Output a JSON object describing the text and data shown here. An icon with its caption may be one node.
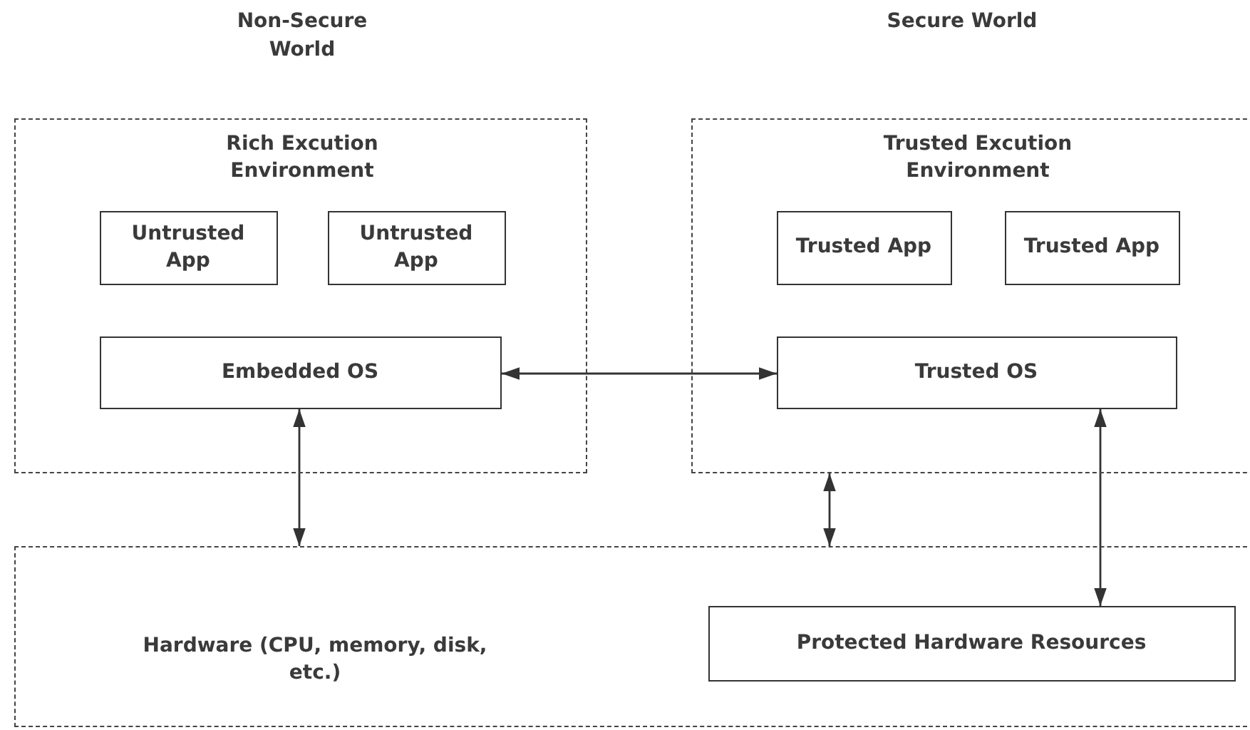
{
  "diagram": {
    "nodes": [
      {
        "text": [
          "Rich Excution Environment"
        ]
      },
      {
        "text": [
          "Untrusted App"
        ],
        "in": 0
      },
      {
        "text": [
          "Untrusted App"
        ],
        "in": 0
      },
      {
        "text": [
          "Embedded OS"
        ],
        "in": 0
      },
      {
        "text": [
          "Trusted Excution Environment"
        ]
      },
      {
        "text": [
          "Trusted App"
        ],
        "in": 4
      },
      {
        "text": [
          "Trusted App"
        ],
        "in": 4
      },
      {
        "text": [
          "Trusted OS"
        ],
        "in": 4
      },
      {
        "text": [
          "Hardware (CPU, memory, disk, etc.)"
        ]
      },
      {
        "text": [
          "Protected Hardware Resources"
        ],
        "in": 8
      }
    ],
    "edges": [
      {
        "from": 3,
        "to": 7,
        "arrow": "both"
      },
      {
        "from": 3,
        "to": 8,
        "arrow": "both"
      },
      {
        "from": 4,
        "to": 8,
        "arrow": "both"
      },
      {
        "from": 7,
        "to": 9,
        "arrow": "both"
      }
    ],
    "labels": [
      "Non-Secure World",
      "Secure World"
    ]
  }
}
